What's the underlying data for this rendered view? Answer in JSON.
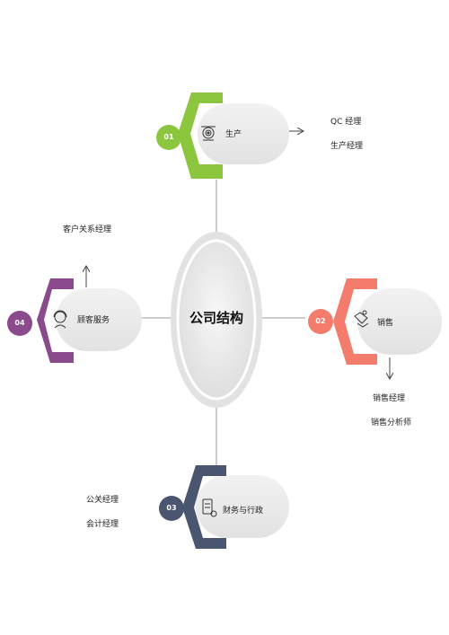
{
  "center": {
    "title": "公司结构"
  },
  "nodes": {
    "production": {
      "number": "01",
      "label": "生产",
      "color": "#8cc63f",
      "icon": "target-gear-icon",
      "roles": [
        "QC  经理",
        "生产经理"
      ]
    },
    "sales": {
      "number": "02",
      "label": "销售",
      "color": "#f47c6c",
      "icon": "handshake-icon",
      "roles": [
        "销售经理",
        "销售分析师"
      ]
    },
    "finance": {
      "number": "03",
      "label": "财务与行政",
      "color": "#4a5670",
      "icon": "document-icon",
      "roles": [
        "公关经理",
        "会计经理"
      ]
    },
    "service": {
      "number": "04",
      "label": "顾客服务",
      "color": "#8b4a8c",
      "icon": "customer-service-icon",
      "roles": [
        "客户关系经理"
      ]
    }
  }
}
